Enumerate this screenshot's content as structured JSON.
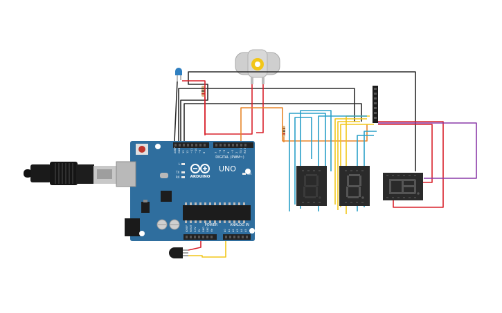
{
  "board": {
    "logo_text": "ARDUINO",
    "model_text": "UNO",
    "digital_header": "DIGITAL (PWM~)",
    "power_header": "POWER",
    "analog_header": "ANALOG IN",
    "led_tx": "TX",
    "led_rx": "RX",
    "led_on": "ON",
    "led_l": "L",
    "top_pins": [
      "AREF",
      "GND",
      "13",
      "12",
      "~11",
      "~10",
      "~9",
      "8",
      "7",
      "~6",
      "~5",
      "4",
      "~3",
      "2",
      "TX 1",
      "RX 0"
    ],
    "power_pins": [
      "IOREF",
      "RESET",
      "3.3V",
      "5V",
      "GND",
      "GND",
      "Vin"
    ],
    "analog_pins": [
      "A0",
      "A1",
      "A2",
      "A3",
      "A4",
      "A5"
    ]
  },
  "colors": {
    "board": "#2f6e9e",
    "wire_black": "#2b2b2b",
    "wire_red": "#d8202a",
    "wire_orange": "#e8862a",
    "wire_yellow": "#f2c618",
    "wire_blue": "#2aa0c8",
    "wire_purple": "#8a3aa8",
    "motor_shaft": "#f2c618",
    "led": "#2f7fc0"
  },
  "components": {
    "display_1": "7-segment display",
    "display_2": "7-segment display",
    "display_3": "7-segment display",
    "motor": "DC motor",
    "temperature_sensor": "TMP sensor",
    "header": "pin header",
    "usb_cable": "USB cable",
    "led": "LED"
  }
}
